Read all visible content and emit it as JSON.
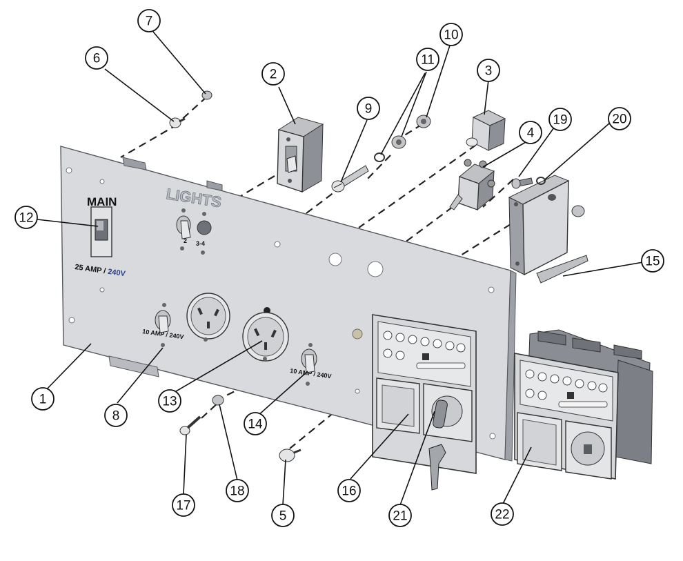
{
  "panel_labels": {
    "main": "MAIN",
    "lights": "LIGHTS",
    "main_rating_a": "25 AMP / ",
    "main_rating_b": "240V",
    "switch_2": "2",
    "switch_34": "3-4",
    "gpo_rating_left": "10 AMP / 240V",
    "gpo_rating_right": "10 AMP / 240V"
  },
  "callouts": [
    "1",
    "2",
    "3",
    "4",
    "5",
    "6",
    "7",
    "8",
    "9",
    "10",
    "11",
    "12",
    "13",
    "14",
    "15",
    "16",
    "17",
    "18",
    "19",
    "20",
    "21",
    "22"
  ],
  "colors": {
    "line": "#222222",
    "panel": "#d9dadd",
    "panel_edge": "#55585e",
    "part_dark": "#8a8d93",
    "part_mid": "#b9bbc0",
    "part_light": "#e9eaec"
  }
}
